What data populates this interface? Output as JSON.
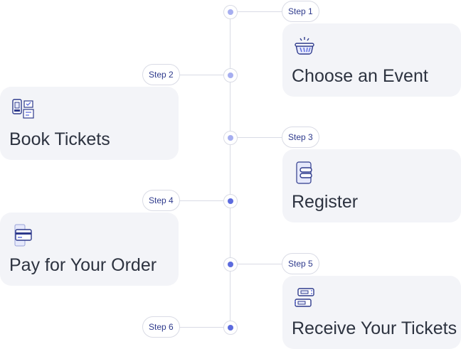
{
  "steps": [
    {
      "label": "Step 1",
      "title": "Choose an Event",
      "icon": "basket-icon"
    },
    {
      "label": "Step 2",
      "title": "Book Tickets",
      "icon": "ticket-booking-icon"
    },
    {
      "label": "Step 3",
      "title": "Register",
      "icon": "register-form-icon"
    },
    {
      "label": "Step 4",
      "title": "Pay for Your Order",
      "icon": "payment-card-icon"
    },
    {
      "label": "Step 5",
      "title": "Receive Your Tickets",
      "icon": "tickets-icon"
    },
    {
      "label": "Step 6",
      "title": "",
      "icon": ""
    }
  ],
  "colors": {
    "line": "#d9dbe5",
    "node_light": "#a6aef0",
    "node_dark": "#5c6bde",
    "pill_text": "#2e3a8c",
    "card_bg": "#f3f4f8",
    "title_text": "#2d3340"
  }
}
